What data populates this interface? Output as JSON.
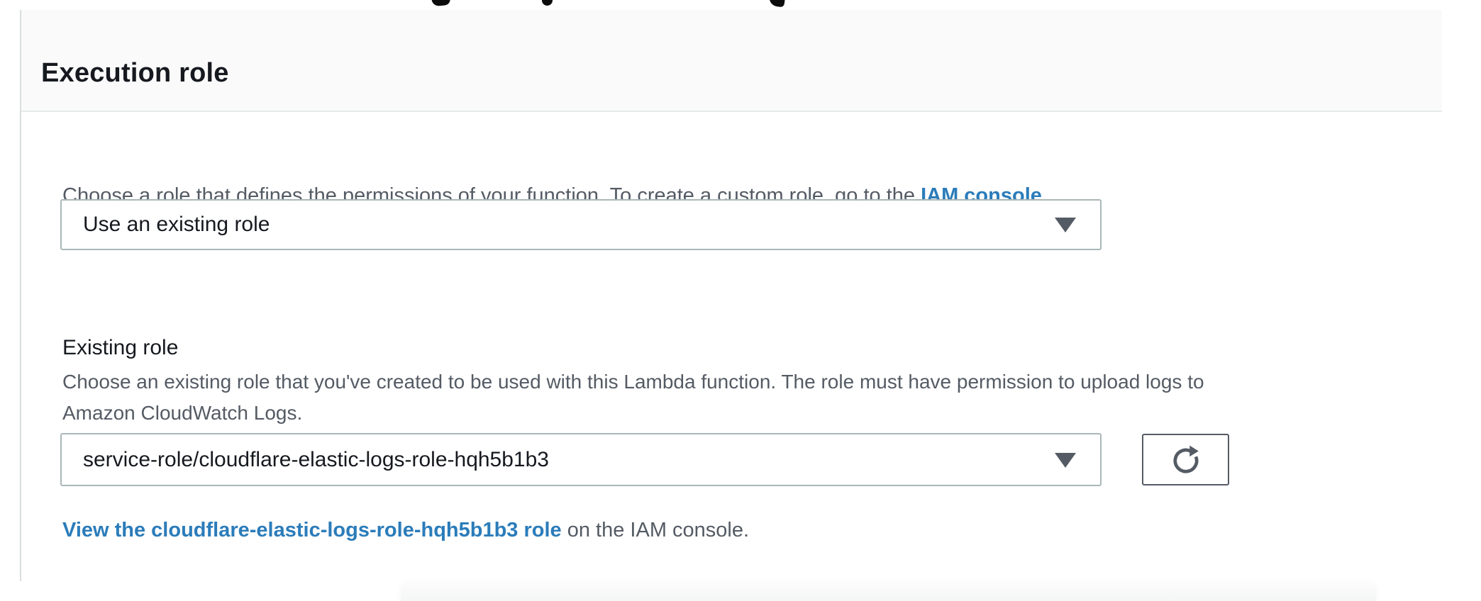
{
  "panel": {
    "title": "Execution role"
  },
  "role_source": {
    "intro_prefix": "Choose a role that defines the permissions of your function. To create a custom role, go to the ",
    "intro_link": "IAM console",
    "intro_suffix": ".",
    "selected": "Use an existing role"
  },
  "existing_role": {
    "label": "Existing role",
    "description_line1": "Choose an existing role that you've created to be used with this Lambda function. The role must have permission to upload logs to",
    "description_line2": "Amazon CloudWatch Logs.",
    "selected": "service-role/cloudflare-elastic-logs-role-hqh5b1b3",
    "view_link": "View the cloudflare-elastic-logs-role-hqh5b1b3 role",
    "view_suffix": " on the IAM console."
  },
  "icons": {
    "caret_down": "▼",
    "refresh": "↻"
  },
  "colors": {
    "link_blue": "#2b7cba",
    "heading_text": "#16191f",
    "body_text": "#545b64",
    "input_border": "#aab7b8",
    "button_border": "#545b64",
    "divider": "#e7ebeb",
    "header_bg": "#fafafa"
  }
}
